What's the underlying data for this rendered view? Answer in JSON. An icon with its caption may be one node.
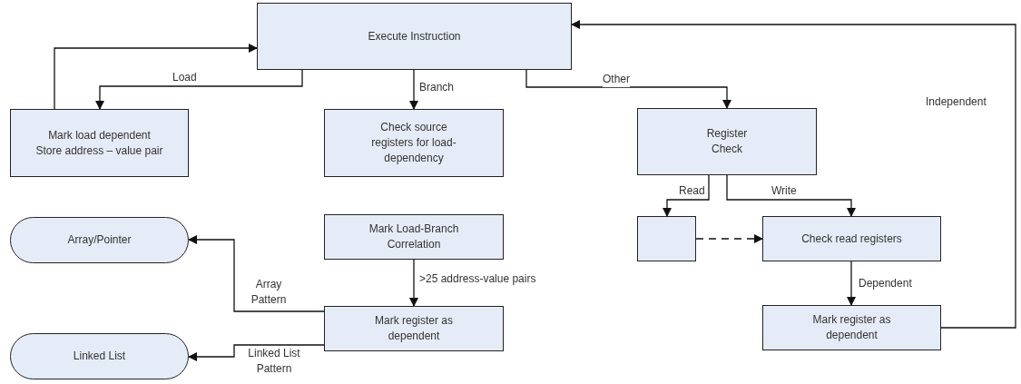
{
  "diagram": {
    "nodes": [
      {
        "text": [
          "Execute Instruction"
        ]
      },
      {
        "text": [
          "Mark load dependent",
          "Store address – value pair"
        ]
      },
      {
        "text": [
          "Check source registers for load-dependency"
        ]
      },
      {
        "text": [
          "Register Check"
        ]
      },
      {
        "text": [
          "Array/Pointer"
        ]
      },
      {
        "text": [
          "Mark Load-Branch Correlation"
        ]
      },
      {
        "text": [],
        "shape": "box"
      },
      {
        "text": [
          "Check read registers"
        ]
      },
      {
        "text": [
          "Linked List"
        ]
      },
      {
        "text": [
          "Mark register as dependent"
        ]
      },
      {
        "text": [
          "Mark register as dependent"
        ]
      }
    ],
    "edges": [
      {
        "from": 0,
        "to": 1,
        "arrow": "to",
        "label": "Load"
      },
      {
        "from": 1,
        "to": 0,
        "arrow": "to"
      },
      {
        "from": 0,
        "to": 2,
        "arrow": "to",
        "label": "Branch"
      },
      {
        "from": 0,
        "to": 3,
        "arrow": "to",
        "label": "Other"
      },
      {
        "from": 3,
        "to": 6,
        "arrow": "to",
        "label": "Read"
      },
      {
        "from": 3,
        "to": 7,
        "arrow": "to",
        "label": "Write"
      },
      {
        "from": 6,
        "to": 7,
        "arrow": "to",
        "style": "dashed"
      },
      {
        "from": 7,
        "to": 10,
        "arrow": "to",
        "label": "Dependent"
      },
      {
        "from": 10,
        "to": 0,
        "arrow": "to",
        "label": "Independent"
      },
      {
        "from": 5,
        "to": 9,
        "arrow": "to",
        "label": ">25 address-value pairs"
      },
      {
        "from": 9,
        "to": 4,
        "arrow": "to",
        "label": "Array Pattern"
      },
      {
        "from": 9,
        "to": 8,
        "arrow": "to",
        "label": "Linked List Pattern"
      }
    ]
  }
}
